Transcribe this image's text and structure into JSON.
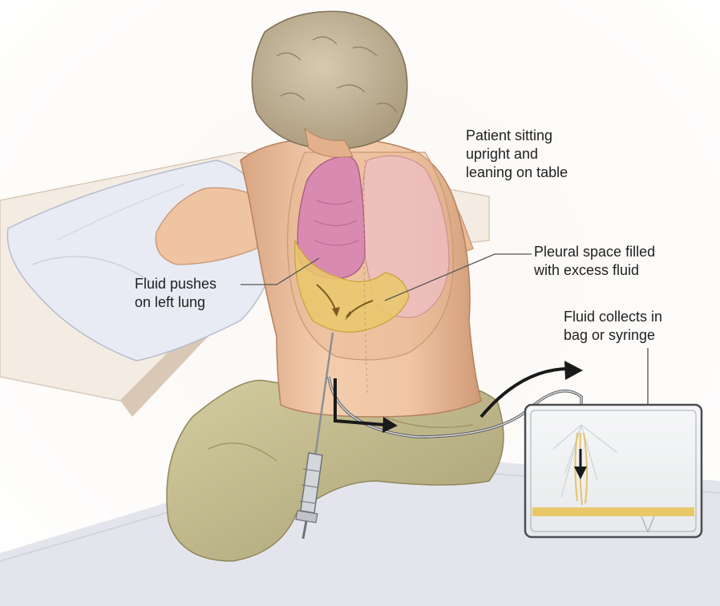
{
  "annotations": {
    "patient_position": {
      "lines": [
        "Patient sitting",
        "upright and",
        "leaning on table"
      ]
    },
    "pleural_space": {
      "lines": [
        "Pleural space filled",
        "with excess fluid"
      ]
    },
    "fluid_pushes": {
      "lines": [
        "Fluid pushes",
        "on left lung"
      ]
    },
    "fluid_collects": {
      "lines": [
        "Fluid collects in",
        "bag or syringe"
      ]
    }
  },
  "colors": {
    "skin": "#f0c9a6",
    "lung": "#d98ab0",
    "fluid": "#e9c86a",
    "pants": "#c8c08e",
    "pillow": "#eceef5",
    "table": "#f3eadf",
    "hair": "#b9ab90",
    "leader_line": "#555555",
    "flow_arrow": "#1a1a1a"
  }
}
